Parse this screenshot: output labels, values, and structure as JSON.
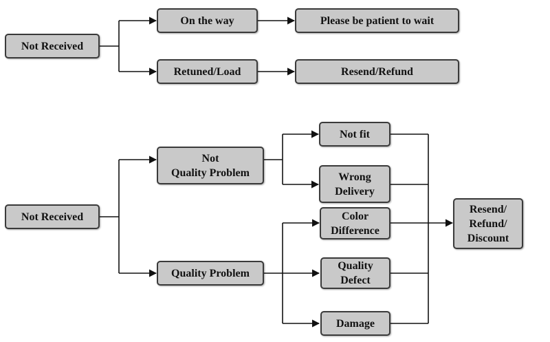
{
  "diagram": {
    "nodes": {
      "not_received_1": "Not Received",
      "on_the_way": "On the way",
      "please_wait": "Please be patient to wait",
      "returned_load": "Retuned/Load",
      "resend_refund": "Resend/Refund",
      "not_received_2": "Not Received",
      "not_quality_problem": "Not\nQuality Problem",
      "quality_problem": "Quality Problem",
      "not_fit": "Not fit",
      "wrong_delivery": "Wrong\nDelivery",
      "color_difference": "Color\nDifference",
      "quality_defect": "Quality\nDefect",
      "damage": "Damage",
      "resend_refund_discount": "Resend/\nRefund/\nDiscount"
    }
  }
}
